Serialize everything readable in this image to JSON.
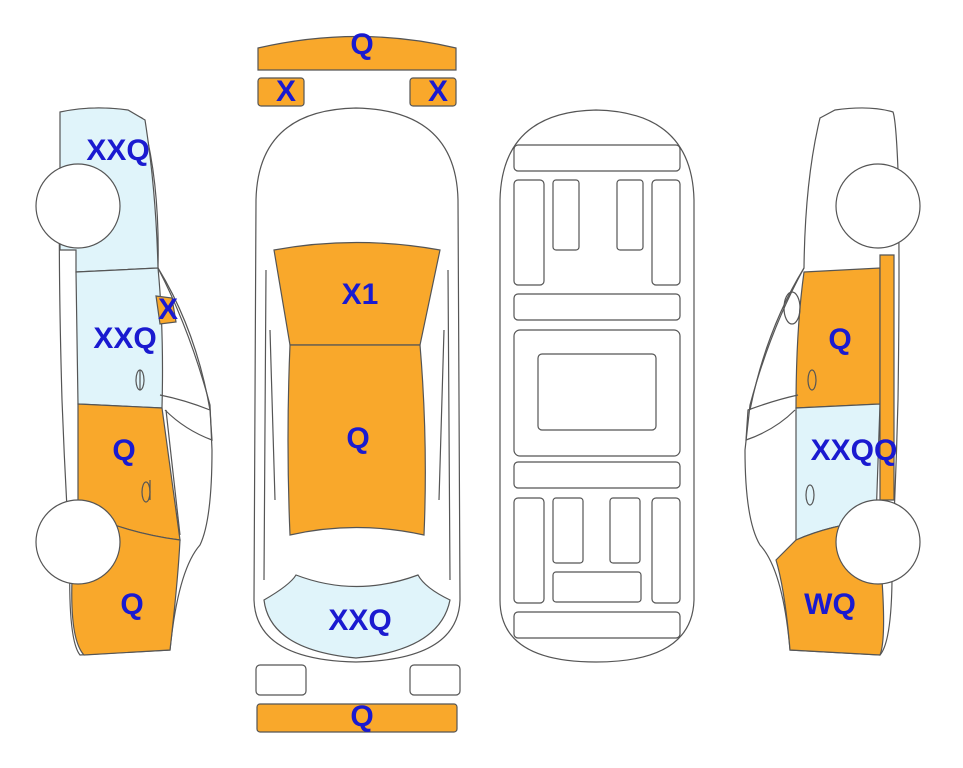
{
  "colors": {
    "damaged": "#f9a82b",
    "minor": "#e0f4fa",
    "label": "#1a1ad0",
    "outline": "#555555"
  },
  "labels": {
    "front_bumper": "Q",
    "front_light_left": "X",
    "front_light_right": "X",
    "hood": "X1",
    "roof": "Q",
    "rear_window": "XXQ",
    "rear_bumper": "Q",
    "left_front_fender": "XXQ",
    "left_mirror": "X",
    "left_front_door": "XXQ",
    "left_rear_door": "Q",
    "left_rear_quarter": "Q",
    "right_front_door": "Q",
    "right_rear_door": "XXQQ",
    "right_rear_quarter": "WQ"
  }
}
